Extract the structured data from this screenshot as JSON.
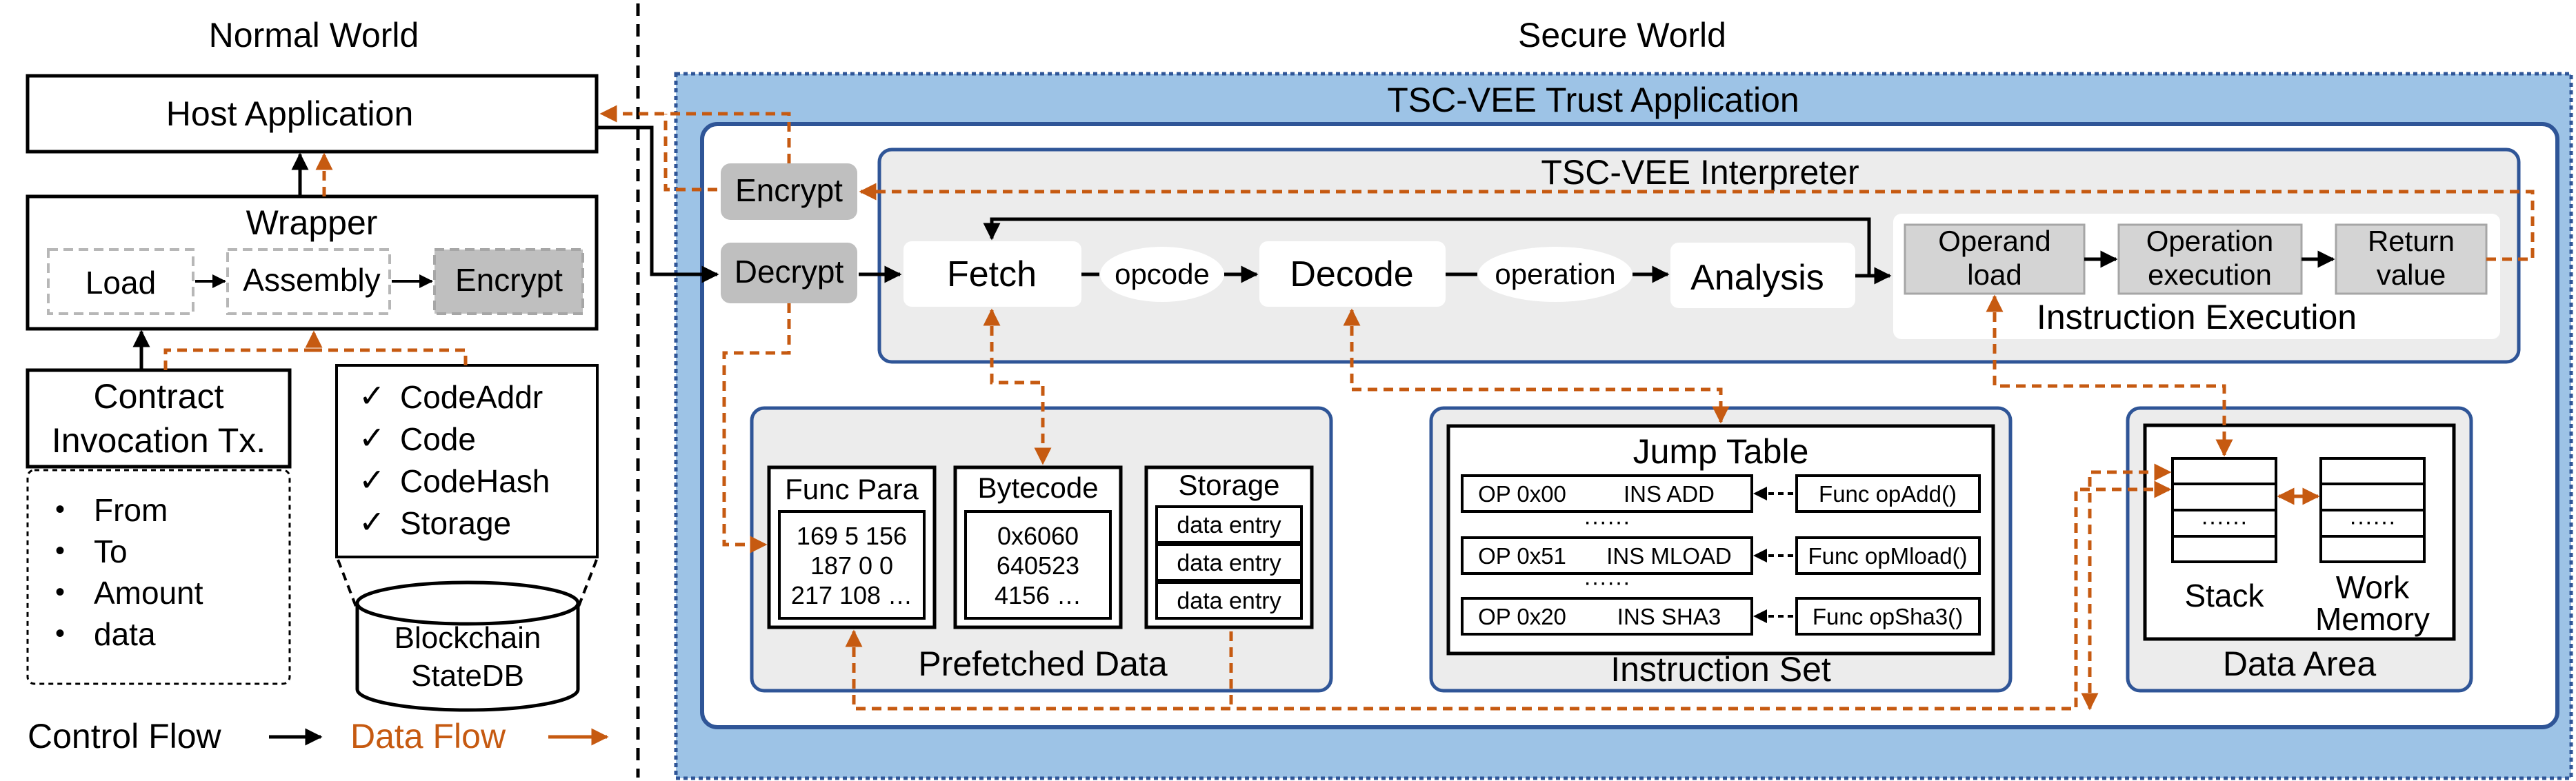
{
  "normal_world": {
    "title": "Normal World",
    "host_application": "Host Application",
    "wrapper": {
      "title": "Wrapper",
      "load": "Load",
      "assembly": "Assembly",
      "encrypt": "Encrypt"
    },
    "contract_invocation": {
      "line1": "Contract",
      "line2": "Invocation Tx."
    },
    "tx_fields": [
      "From",
      "To",
      "Amount",
      "data"
    ],
    "bullet": "•",
    "checklist": [
      "CodeAddr",
      "Code",
      "CodeHash",
      "Storage"
    ],
    "check": "✓",
    "statedb": {
      "line1": "Blockchain",
      "line2": "StateDB"
    }
  },
  "legend": {
    "control_flow": "Control Flow",
    "data_flow": "Data Flow"
  },
  "secure_world": {
    "title": "Secure World",
    "trust_app_title": "TSC-VEE Trust Application",
    "encrypt": "Encrypt",
    "decrypt": "Decrypt",
    "interpreter": {
      "title": "TSC-VEE Interpreter",
      "fetch": "Fetch",
      "opcode": "opcode",
      "decode": "Decode",
      "operation": "operation",
      "analysis": "Analysis"
    },
    "instruction_execution": {
      "title": "Instruction Execution",
      "operand_load": [
        "Operand",
        "load"
      ],
      "operation_execution": [
        "Operation",
        "execution"
      ],
      "return_value": [
        "Return",
        "value"
      ]
    },
    "prefetched_data": {
      "title": "Prefetched Data",
      "func_para": {
        "title": "Func Para",
        "lines": [
          "169 5 156",
          "187 0 0",
          "217 108 …"
        ]
      },
      "bytecode": {
        "title": "Bytecode",
        "lines": [
          "0x6060",
          "640523",
          "4156 …"
        ]
      },
      "storage": {
        "title": "Storage",
        "entries": [
          "data entry",
          "data entry",
          "data entry"
        ]
      }
    },
    "instruction_set": {
      "title": "Instruction Set",
      "jump_table_title": "Jump Table",
      "rows": [
        {
          "op": "OP 0x00",
          "ins": "INS ADD",
          "func": "Func opAdd()"
        },
        {
          "op": "OP 0x51",
          "ins": "INS MLOAD",
          "func": "Func opMload()"
        },
        {
          "op": "OP 0x20",
          "ins": "INS SHA3",
          "func": "Func opSha3()"
        }
      ],
      "ellipsis": "······"
    },
    "data_area": {
      "title": "Data Area",
      "stack": "Stack",
      "work_memory": [
        "Work",
        "Memory"
      ],
      "ellipsis": "······"
    }
  },
  "colors": {
    "data_flow": "#c65a11",
    "control_flow": "#000000",
    "secure_bg": "#9dc3e6",
    "panel_border": "#2f5597",
    "panel_fill": "#ececec",
    "gray_box": "#bfbfbf",
    "exec_box": "#d4d4d4"
  }
}
